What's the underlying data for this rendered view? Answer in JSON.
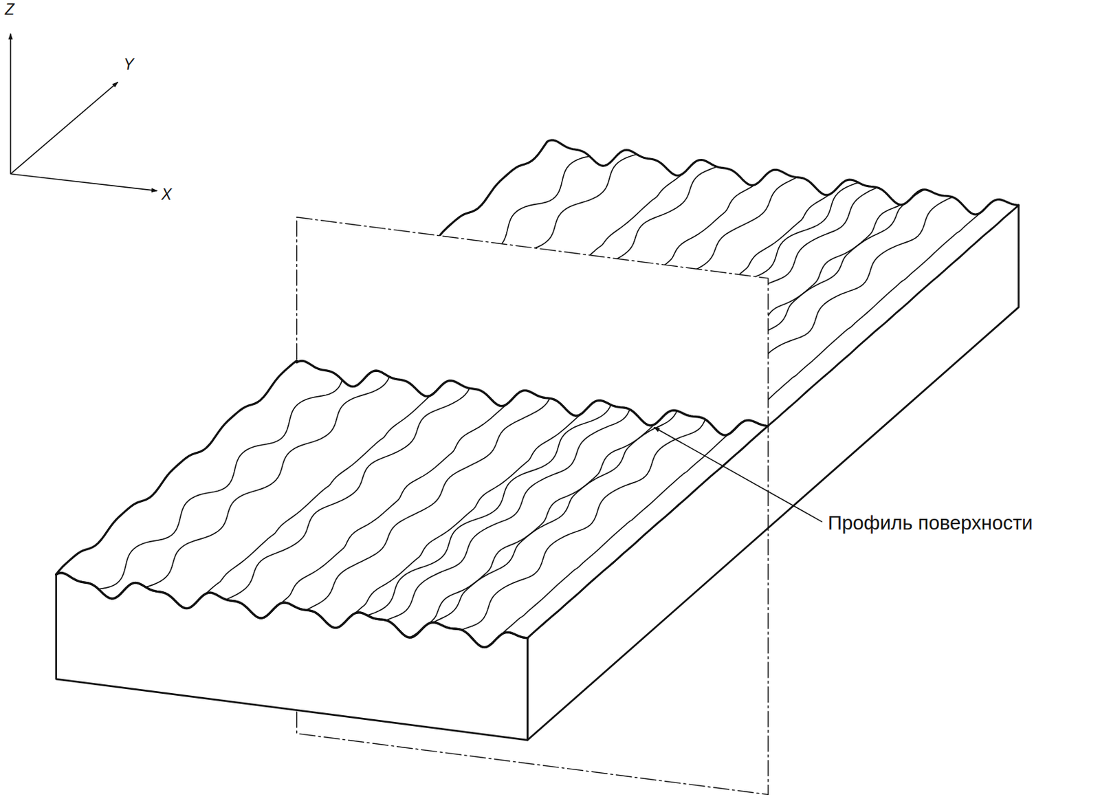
{
  "diagram": {
    "labels": [
      "Z",
      "Y",
      "X",
      "Профиль поверхности"
    ]
  }
}
